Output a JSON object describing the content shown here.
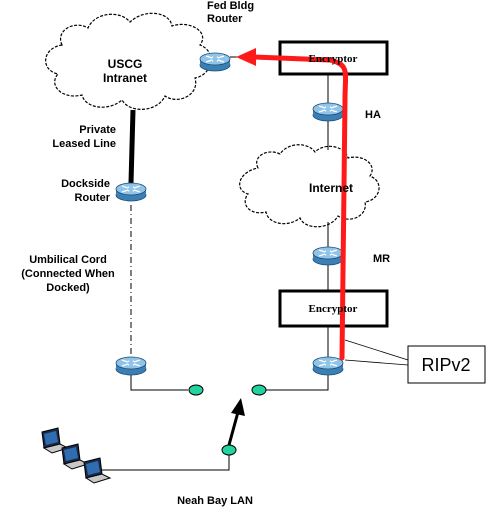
{
  "clouds": {
    "uscg": "USCG\nIntranet",
    "internet": "Internet"
  },
  "labels": {
    "fed_router": "Fed Bldg\nRouter",
    "private_line": "Private\nLeased Line",
    "dockside_router": "Dockside\nRouter",
    "umbilical": "Umbilical Cord\n(Connected When\nDocked)",
    "ha": "HA",
    "mr": "MR",
    "neah_bay": "Neah Bay LAN"
  },
  "encryptors": {
    "top": "Encryptor",
    "bottom": "Encryptor"
  },
  "callout": {
    "text": "RIPv2"
  },
  "icons": {
    "router": "router-icon",
    "laptop": "laptop-icon",
    "cloud": "cloud-icon"
  },
  "colors": {
    "path": "#ff1a1a",
    "router_top": "#8fc4e8",
    "router_side": "#3b7fb5",
    "hub": "#22d3a0"
  }
}
